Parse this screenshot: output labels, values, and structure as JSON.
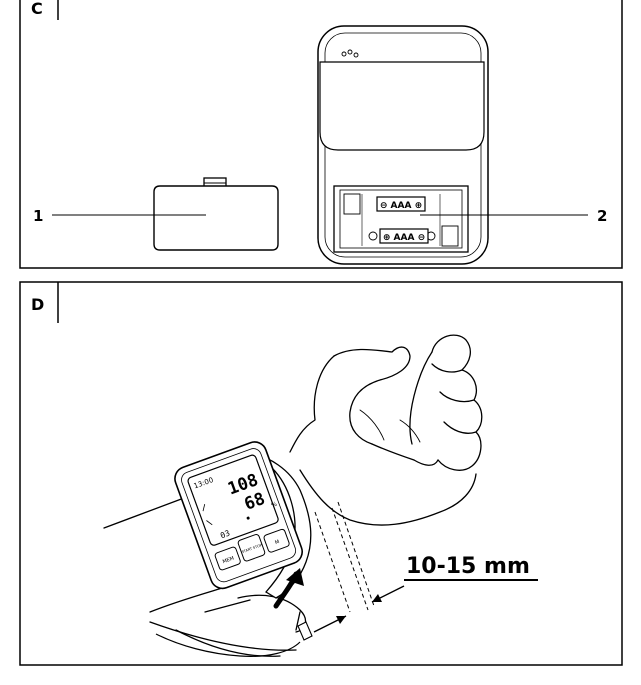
{
  "panel_c": {
    "label": "C",
    "callout_1": "1",
    "callout_2": "2",
    "battery_top": "⊖ AAA ⊕",
    "battery_bottom": "⊕ AAA ⊖"
  },
  "panel_d": {
    "label": "D",
    "measurement": "10-15 mm",
    "display": {
      "top_reading": "108",
      "bottom_reading": "68",
      "unit": "%",
      "time": "13:00",
      "memory_index": "03"
    },
    "buttons": [
      "MEM",
      "START STOP",
      "M"
    ]
  },
  "colors": {
    "line": "#000000",
    "background": "#ffffff"
  }
}
